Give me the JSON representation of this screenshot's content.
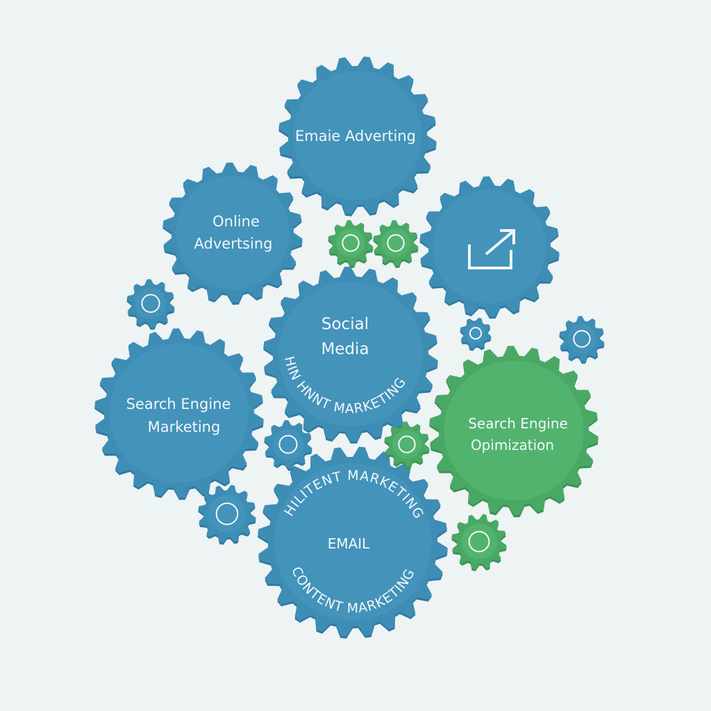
{
  "colors": {
    "background": "#eef3f4",
    "blue": "#3d8db5",
    "blue_dark": "#2f7aa3",
    "green": "#4aa865",
    "green_dark": "#3b9256",
    "text": "#f2f7fa"
  },
  "gears": [
    {
      "id": "email-advertising",
      "lines": [
        "Emaie Adverting"
      ],
      "color": "blue"
    },
    {
      "id": "online-advertising",
      "lines": [
        "Online",
        "Advertsing"
      ],
      "color": "blue"
    },
    {
      "id": "growth-chart",
      "lines": [],
      "icon": "chart-arrow-icon",
      "color": "blue"
    },
    {
      "id": "social-media",
      "lines": [
        "Social",
        "Media"
      ],
      "arc": "HIN HNNT MARKETING",
      "color": "blue"
    },
    {
      "id": "search-engine-marketing",
      "lines": [
        "Search Engine",
        "Marketing"
      ],
      "color": "blue"
    },
    {
      "id": "search-engine-optimization",
      "lines": [
        "Search Engine",
        "Opimization"
      ],
      "color": "green"
    },
    {
      "id": "email-content",
      "lines": [
        "EMAIL"
      ],
      "arc_top": "HILITENT MARKETING",
      "arc_bottom": "CONTENT MARKETING",
      "color": "blue"
    }
  ],
  "small_gears": [
    {
      "icon": "bell-icon",
      "color": "green"
    },
    {
      "icon": "chart-icon",
      "color": "green"
    },
    {
      "icon": "network-icon",
      "color": "blue"
    },
    {
      "icon": "globe-icon",
      "color": "blue"
    },
    {
      "icon": "person-icon",
      "color": "blue"
    },
    {
      "icon": "user-icon",
      "color": "blue"
    },
    {
      "icon": "check-icon",
      "color": "green"
    },
    {
      "icon": "connections-icon",
      "color": "blue"
    },
    {
      "icon": "document-icon",
      "color": "green"
    }
  ]
}
